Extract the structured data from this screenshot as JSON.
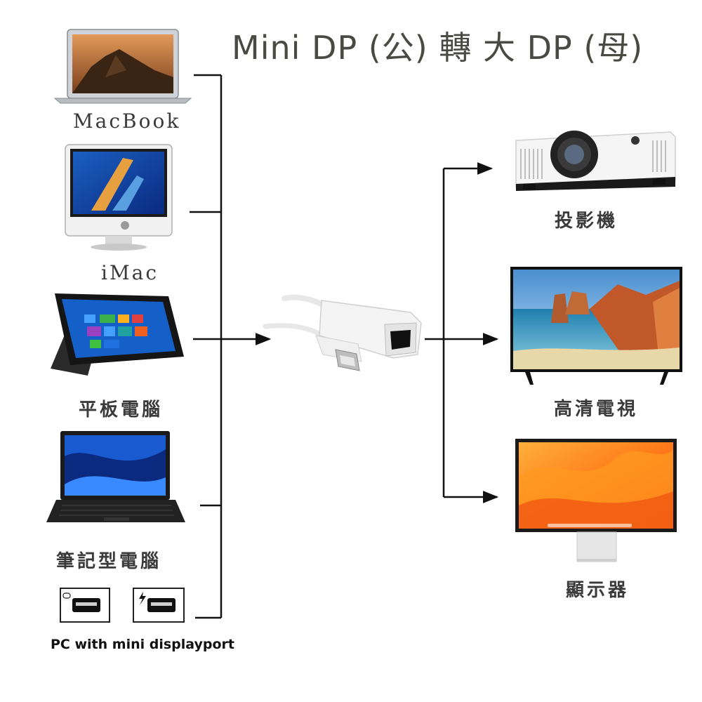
{
  "title": "Mini DP (公) 轉 大 DP (母)",
  "sources": [
    {
      "label": "MacBook"
    },
    {
      "label": "iMac"
    },
    {
      "label": "平板電腦"
    },
    {
      "label": "筆記型電腦"
    }
  ],
  "pc_port_label": "PC with mini displayport",
  "outputs": [
    {
      "label": "投影機"
    },
    {
      "label": "高清電視"
    },
    {
      "label": "顯示器"
    }
  ],
  "colors": {
    "line": "#111111",
    "text": "#3a3a3a",
    "title": "#4a4a45"
  },
  "icons": [
    "macbook-icon",
    "imac-icon",
    "tablet-icon",
    "laptop-icon",
    "mini-dp-port-icon",
    "thunderbolt-port-icon",
    "adapter-icon",
    "projector-icon",
    "tv-icon",
    "monitor-icon"
  ]
}
